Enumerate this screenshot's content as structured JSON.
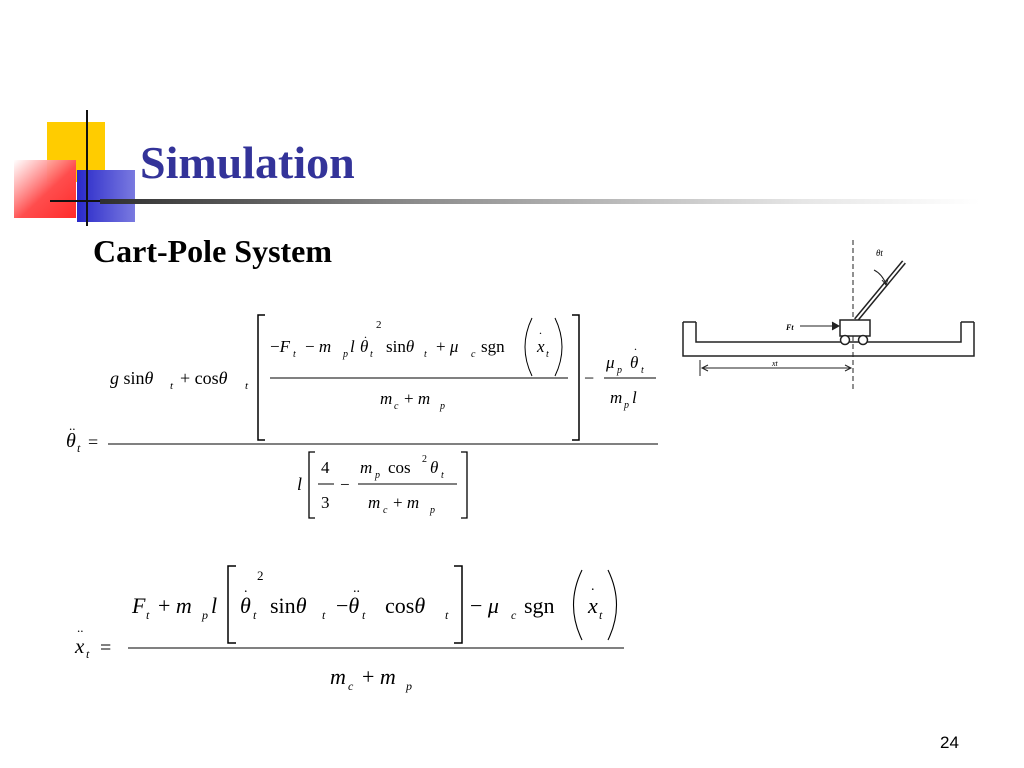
{
  "slide": {
    "title": "Simulation",
    "subtitle": "Cart-Pole System",
    "page_number": "24"
  },
  "diagram_labels": {
    "angle": "θt",
    "force": "Ft",
    "position": "xt"
  },
  "colors": {
    "title": "#333399",
    "square_yellow": "#ffcc00",
    "square_red": "#ff3333",
    "square_blue": "#3333cc"
  }
}
